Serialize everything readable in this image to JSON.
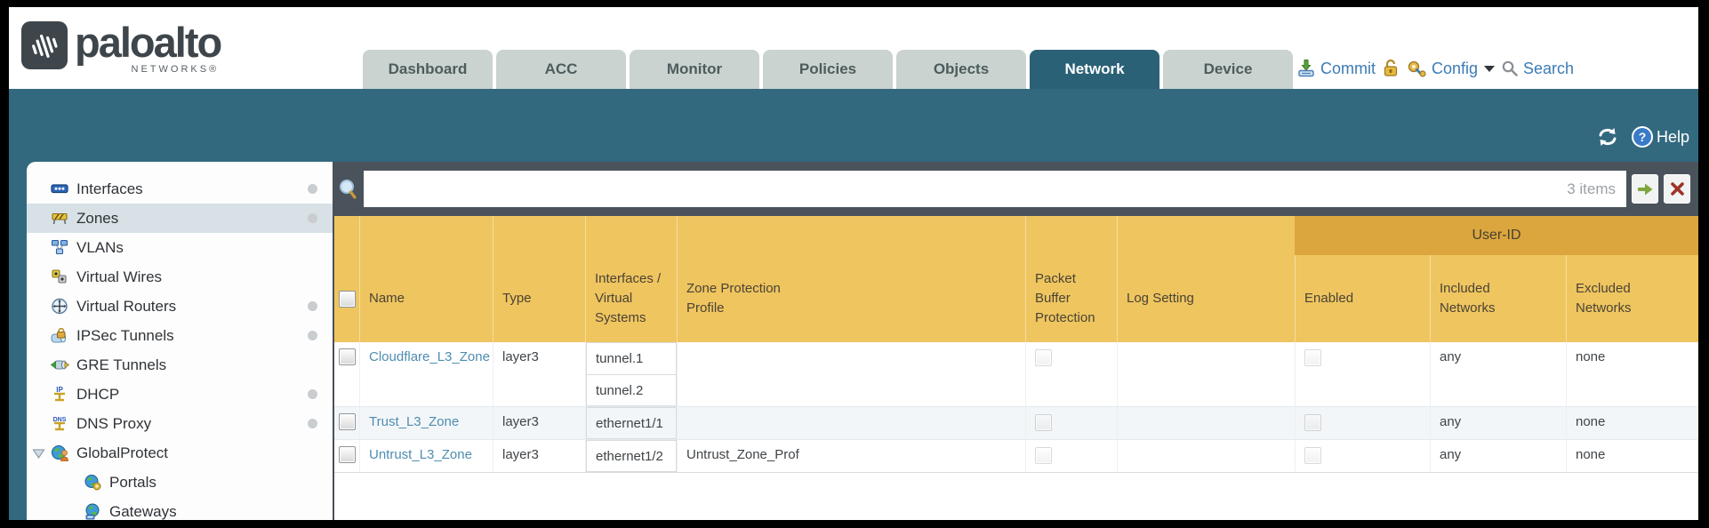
{
  "brand": {
    "name": "paloalto",
    "sub": "NETWORKS®"
  },
  "nav": {
    "tabs": [
      {
        "label": "Dashboard",
        "active": false
      },
      {
        "label": "ACC",
        "active": false
      },
      {
        "label": "Monitor",
        "active": false
      },
      {
        "label": "Policies",
        "active": false
      },
      {
        "label": "Objects",
        "active": false
      },
      {
        "label": "Network",
        "active": true
      },
      {
        "label": "Device",
        "active": false
      }
    ],
    "commit_label": "Commit",
    "config_label": "Config",
    "search_label": "Search"
  },
  "band": {
    "help_label": "Help"
  },
  "sidebar": {
    "items": [
      {
        "label": "Interfaces",
        "icon": "interfaces-icon",
        "dot": true
      },
      {
        "label": "Zones",
        "icon": "zones-icon",
        "dot": true,
        "selected": true
      },
      {
        "label": "VLANs",
        "icon": "vlans-icon"
      },
      {
        "label": "Virtual Wires",
        "icon": "virtual-wires-icon"
      },
      {
        "label": "Virtual Routers",
        "icon": "virtual-routers-icon",
        "dot": true
      },
      {
        "label": "IPSec Tunnels",
        "icon": "ipsec-tunnels-icon",
        "dot": true
      },
      {
        "label": "GRE Tunnels",
        "icon": "gre-tunnels-icon"
      },
      {
        "label": "DHCP",
        "icon": "dhcp-icon",
        "dot": true
      },
      {
        "label": "DNS Proxy",
        "icon": "dns-proxy-icon",
        "dot": true
      },
      {
        "label": "GlobalProtect",
        "icon": "globalprotect-icon",
        "expanded": true
      },
      {
        "label": "Portals",
        "icon": "portals-icon",
        "child": true
      },
      {
        "label": "Gateways",
        "icon": "gateways-icon",
        "child": true
      }
    ]
  },
  "filter": {
    "value": "",
    "count": "3 items"
  },
  "table": {
    "group_label": "User-ID",
    "columns": [
      "Name",
      "Type",
      "Interfaces / Virtual Systems",
      "Zone Protection Profile",
      "Packet Buffer Protection",
      "Log Setting",
      "Enabled",
      "Included Networks",
      "Excluded Networks"
    ],
    "rows": [
      {
        "name": "Cloudflare_L3_Zone",
        "type": "layer3",
        "interfaces": [
          "tunnel.1",
          "tunnel.2"
        ],
        "zone_protection_profile": "",
        "packet_buffer_protection": false,
        "log_setting": "",
        "user_id_enabled": false,
        "included_networks": "any",
        "excluded_networks": "none"
      },
      {
        "name": "Trust_L3_Zone",
        "type": "layer3",
        "interfaces": [
          "ethernet1/1"
        ],
        "zone_protection_profile": "",
        "packet_buffer_protection": false,
        "log_setting": "",
        "user_id_enabled": false,
        "included_networks": "any",
        "excluded_networks": "none"
      },
      {
        "name": "Untrust_L3_Zone",
        "type": "layer3",
        "interfaces": [
          "ethernet1/2"
        ],
        "zone_protection_profile": "Untrust_Zone_Prof",
        "packet_buffer_protection": false,
        "log_setting": "",
        "user_id_enabled": false,
        "included_networks": "any",
        "excluded_networks": "none"
      }
    ]
  },
  "colors": {
    "teal": "#32697F",
    "active_tab": "#2B6177",
    "header_amber": "#EFC55F",
    "group_band_amber": "#DCA63E",
    "toolbar_gray": "#4A535C",
    "link_blue": "#3B7CB4",
    "row_link_blue": "#4E8DB0",
    "selected_sidebar": "#D7E1E6"
  }
}
